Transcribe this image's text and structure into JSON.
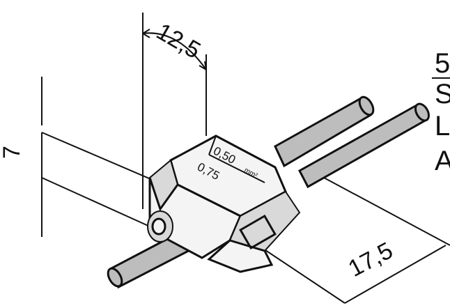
{
  "dimensions": {
    "width": "12,5",
    "length": "17,5",
    "height": "7"
  },
  "cable_marking": {
    "size_a": "0,50",
    "size_b": "0,75",
    "unit": "mm²"
  },
  "side_labels": [
    "5",
    "S",
    "L",
    "A"
  ]
}
